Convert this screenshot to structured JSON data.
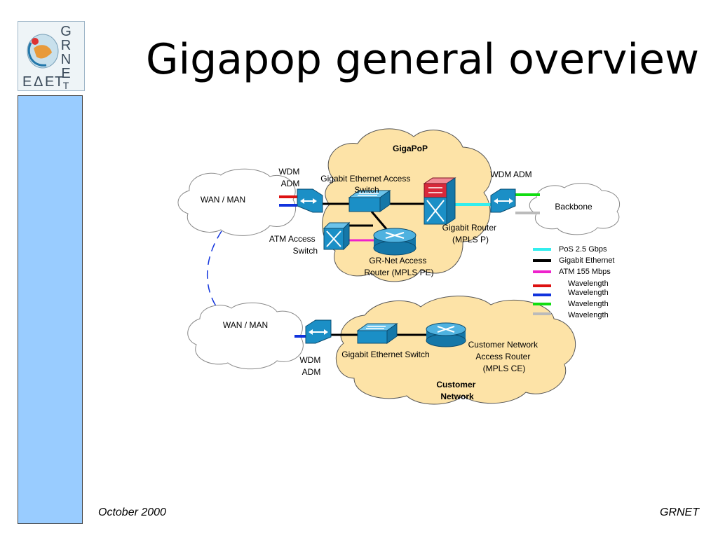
{
  "slide": {
    "title": "Gigapop general overview",
    "logo_text": {
      "line1": "GRNET",
      "line2": "ΕΔΕΤ"
    },
    "footer_left": "October 2000",
    "footer_right": "GRNET"
  },
  "diagram": {
    "clouds": {
      "gigapop": "GigaPoP",
      "wan_top": "WAN / MAN",
      "wan_bottom": "WAN / MAN",
      "backbone": "Backbone",
      "customer": [
        "Customer",
        "Network"
      ]
    },
    "devices": {
      "wdm_adm_left_top": [
        "WDM",
        "ADM"
      ],
      "ge_access_switch": [
        "Gigabit Ethernet Access",
        "Switch"
      ],
      "wdm_adm_right": "WDM ADM",
      "atm_access_switch": [
        "ATM Access",
        "Switch"
      ],
      "gr_net_access_router": [
        "GR-Net Access",
        "Router (MPLS PE)"
      ],
      "gigabit_router": [
        "Gigabit Router",
        "(MPLS P)"
      ],
      "ge_switch_customer": "Gigabit Ethernet Switch",
      "customer_router": [
        "Customer Network",
        "Access Router",
        "(MPLS CE)"
      ],
      "wdm_adm_bottom": [
        "WDM",
        "ADM"
      ]
    },
    "legend": [
      {
        "label": "PoS 2.5 Gbps",
        "color": "#33eeee"
      },
      {
        "label": "Gigabit Ethernet",
        "color": "#000000"
      },
      {
        "label": "ATM 155 Mbps",
        "color": "#ee22cc"
      },
      {
        "label": "Wavelength",
        "color": "#dd1111"
      },
      {
        "label": "Wavelength",
        "color": "#1133dd"
      },
      {
        "label": "Wavelength",
        "color": "#11dd11"
      },
      {
        "label": "Wavelength",
        "color": "#bbbbbb"
      }
    ]
  }
}
